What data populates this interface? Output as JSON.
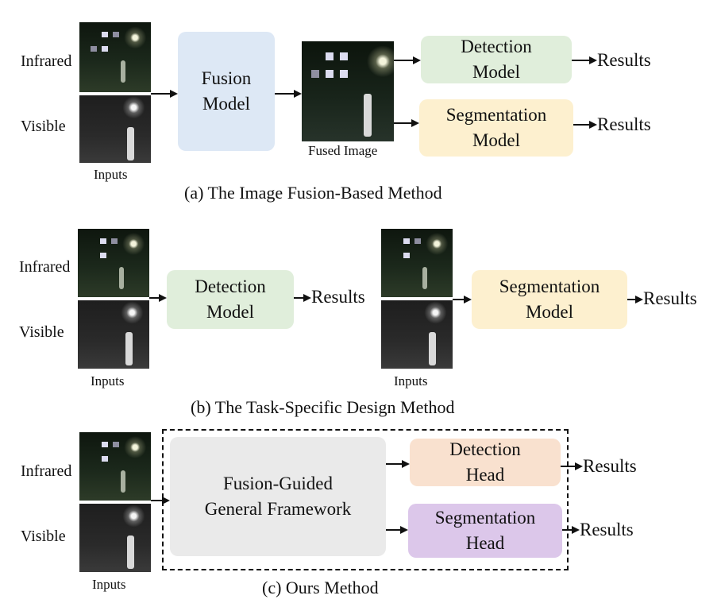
{
  "section_a": {
    "label_infrared": "Infrared",
    "label_visible": "Visible",
    "label_inputs": "Inputs",
    "fusion_model": [
      "Fusion",
      "Model"
    ],
    "fused_image_label": "Fused Image",
    "detection_model": [
      "Detection",
      "Model"
    ],
    "segmentation_model": [
      "Segmentation",
      "Model"
    ],
    "results_1": "Results",
    "results_2": "Results",
    "caption": "(a) The Image Fusion-Based Method"
  },
  "section_b": {
    "label_infrared": "Infrared",
    "label_visible": "Visible",
    "label_inputs_1": "Inputs",
    "label_inputs_2": "Inputs",
    "detection_model": [
      "Detection",
      "Model"
    ],
    "segmentation_model": [
      "Segmentation",
      "Model"
    ],
    "results_1": "Results",
    "results_2": "Results",
    "caption": "(b) The Task-Specific Design Method"
  },
  "section_c": {
    "label_infrared": "Infrared",
    "label_visible": "Visible",
    "label_inputs": "Inputs",
    "framework": [
      "Fusion-Guided",
      "General Framework"
    ],
    "detection_head": [
      "Detection",
      "Head"
    ],
    "segmentation_head": [
      "Segmentation",
      "Head"
    ],
    "results_1": "Results",
    "results_2": "Results",
    "caption": "(c) Ours Method"
  },
  "colors": {
    "fusion_box": "#dde8f5",
    "detection_box": "#e0eedb",
    "segmentation_box": "#fdf0cf",
    "framework_box": "#eaeaea",
    "detection_head": "#f9e1cf",
    "segmentation_head": "#dcc7ea"
  }
}
